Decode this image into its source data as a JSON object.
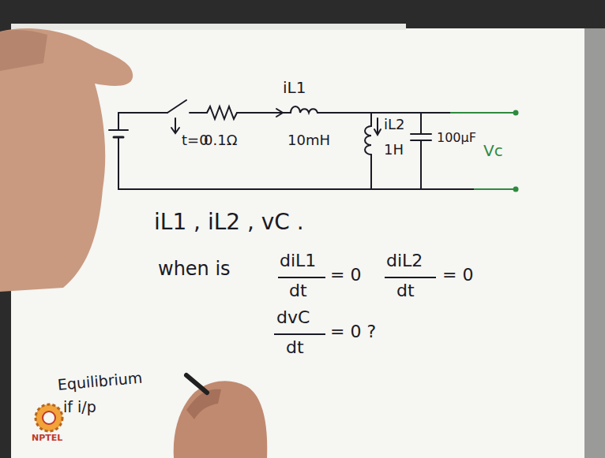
{
  "diagram": {
    "labels": [
      "iL1",
      "t=0",
      "0.1Ω",
      "10mH",
      "iL2",
      "1H",
      "100μF",
      "Vc",
      "iL1 , iL2 , vC .",
      "when is",
      "diL1",
      "dt",
      "= 0",
      "diL2",
      "dt",
      "= 0",
      "dvC",
      "dt",
      "= 0 ?",
      "Equilibrium",
      "if i/p",
      "NPTEL"
    ]
  }
}
